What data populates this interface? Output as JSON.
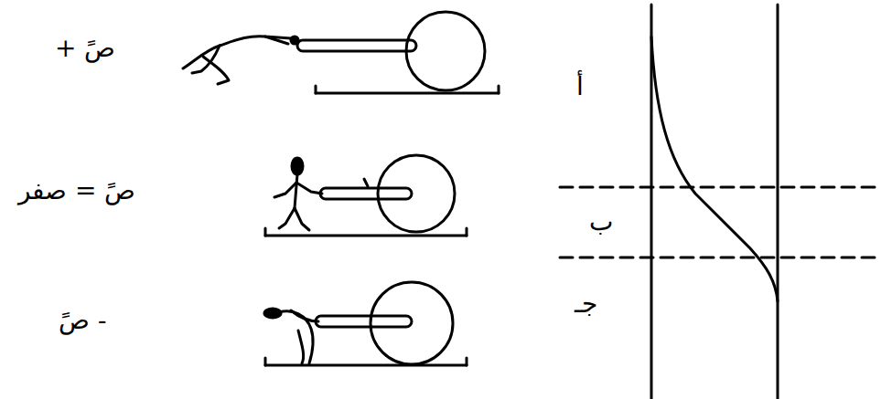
{
  "diagram": {
    "labels": [
      "+ صً",
      "صً = صفر",
      "صً -",
      "أ",
      "ب",
      "جـ"
    ]
  }
}
